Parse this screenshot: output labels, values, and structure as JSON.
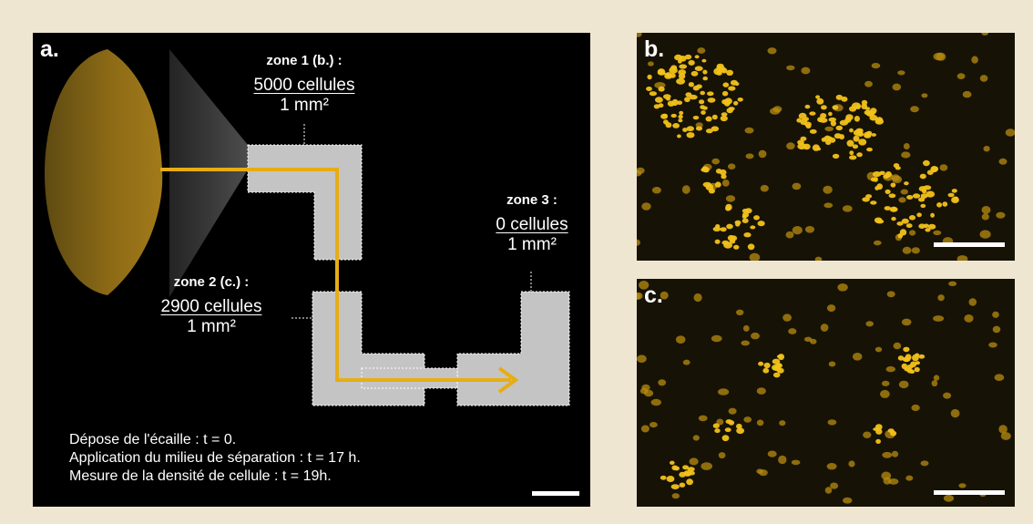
{
  "panel_a": {
    "letter": "a.",
    "zones": [
      {
        "title": "zone 1 (b.) :",
        "count": "5000 cellules",
        "area": "1 mm²"
      },
      {
        "title": "zone 2 (c.) :",
        "count": "2900 cellules",
        "area": "1 mm²"
      },
      {
        "title": "zone 3 :",
        "count": "0 cellules",
        "area": "1 mm²"
      }
    ],
    "notes": [
      "Dépose de l'écaille : t = 0.",
      "Application du milieu de séparation : t = 17 h.",
      "Mesure de la densité de cellule : t = 19h."
    ]
  },
  "panel_b": {
    "letter": "b."
  },
  "panel_c": {
    "letter": "c."
  },
  "colors": {
    "background": "#efe6d2",
    "panel": "#000000",
    "channel": "#c4c4c4",
    "arrow": "#e6ad14",
    "cell": "#d8a612",
    "scale_bar": "#ffffff"
  }
}
